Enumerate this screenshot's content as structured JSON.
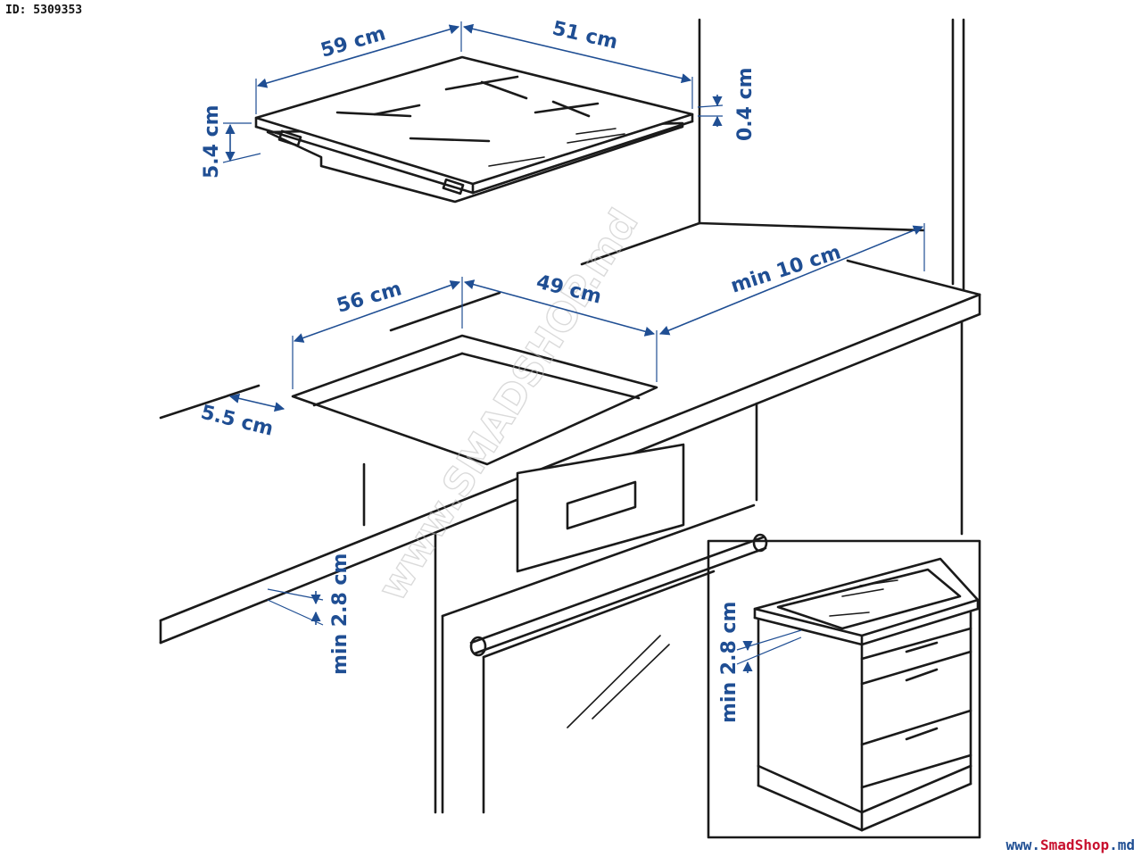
{
  "header": {
    "image_id": "ID: 5309353"
  },
  "footer": {
    "shop_prefix": "www.",
    "shop_name": "SmadShop",
    "shop_suffix": ".md"
  },
  "watermark": {
    "text": "www.SMADSHOP.md"
  },
  "dimensions": {
    "hob_width": "59 cm",
    "hob_depth": "51 cm",
    "hob_height": "5.4 cm",
    "glass_thickness": "0.4 cm",
    "cutout_width": "56 cm",
    "cutout_depth": "49 cm",
    "wall_clearance": "min 10 cm",
    "front_edge": "5.5 cm",
    "oven_gap": "min 2.8 cm",
    "drawer_gap": "min 2.8 cm"
  },
  "colors": {
    "dimension_blue": "#1f4e93",
    "line": "#1a1a1a",
    "shop_red": "#c8102e",
    "shop_blue": "#1f4e93"
  }
}
